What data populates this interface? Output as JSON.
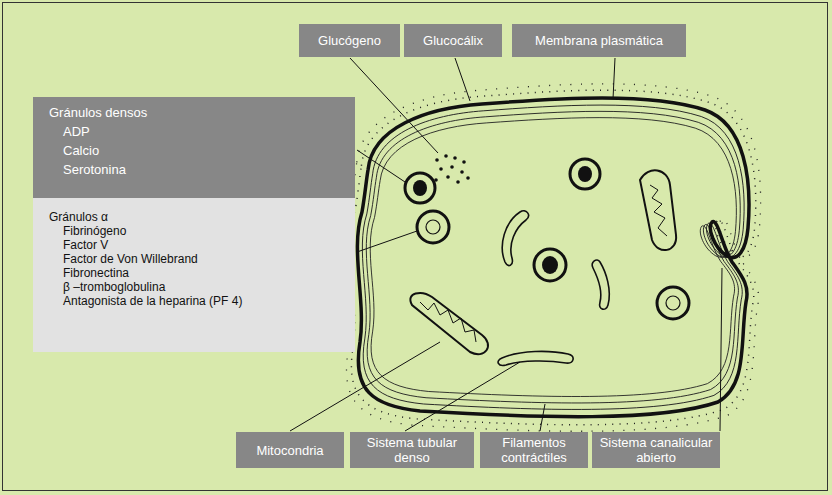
{
  "diagram": {
    "nodes": [
      {
        "text": [
          "Glucógeno"
        ]
      },
      {
        "text": [
          "Glucocálix"
        ]
      },
      {
        "text": [
          "Membrana plasmática"
        ]
      },
      {
        "text": [
          "Gránulos densos",
          "ADP",
          "Calcio",
          "Serotonina"
        ]
      },
      {
        "text": [
          "Gránulos α",
          "Fibrinógeno",
          "Factor V",
          "Factor de Von Willebrand",
          "Fibronectina",
          "β –tromboglobulina",
          "Antagonista de la heparina (PF 4)"
        ]
      },
      {
        "text": [
          "Mitocondria"
        ]
      },
      {
        "text": [
          "Sistema tubular denso"
        ]
      },
      {
        "text": [
          "Filamentos contráctiles"
        ]
      },
      {
        "text": [
          "Sistema canalicular abierto"
        ]
      }
    ]
  }
}
